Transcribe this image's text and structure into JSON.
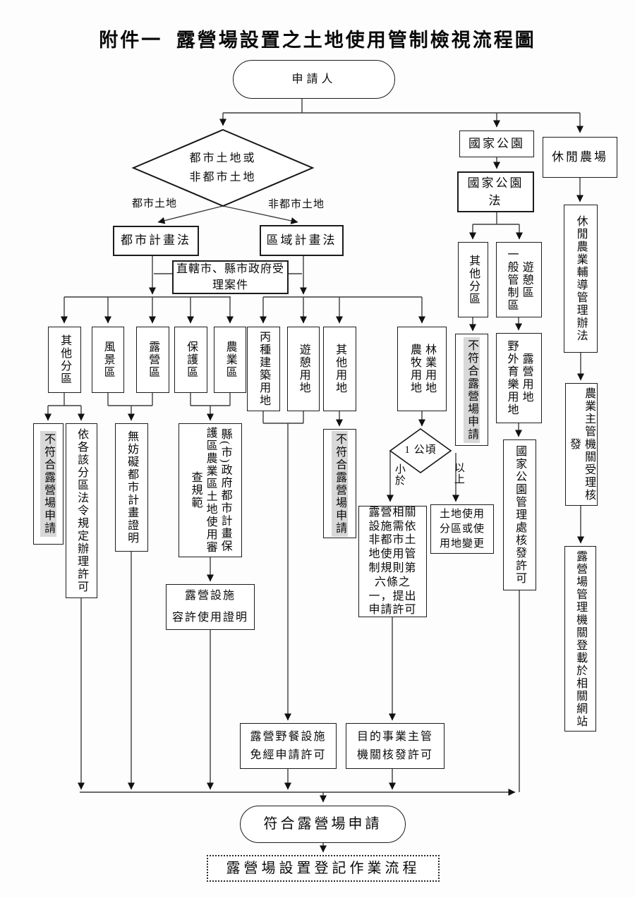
{
  "title": "附件一  露營場設置之土地使用管制檢視流程圖",
  "colors": {
    "highlight": "#d8d8d8",
    "line": "#3d3d3d",
    "ink": "#0a0a0a",
    "background": "#ffffff"
  },
  "nodes": {
    "applicant": "申請人",
    "land_type_q": "都市土地或\n非都市土地",
    "lbl_urban": "都市土地",
    "lbl_nonurban": "非都市土地",
    "urban_plan_law": "都市計畫法",
    "regional_plan_law": "區域計畫法",
    "gov_accept": "直轄市、縣市政府受\n理案件",
    "z_other": "其他分區",
    "z_scenic": "風景區",
    "z_camp": "露營區",
    "z_protect": "保護區",
    "z_agri": "農業區",
    "l_building_c": "丙種建築用地",
    "l_recreation": "遊憩用地",
    "l_other": "其他用地",
    "l_forest_pasture": "林業用地\n農牧用地",
    "ne_urban": "不符合露營場申請",
    "per_zone_permit": "依各該分區法令規定辦理許可",
    "no_hindrance": "無妨礙都市計畫證明",
    "county_review": "縣(市)政府都市計畫保\n護區農業區土地使用審\n查規範",
    "camp_cert": "露營設施\n容許使用證明",
    "ne_other_land": "不符合露營場申請",
    "hectare_q": "1 公頃",
    "lbl_less": "小於",
    "lbl_above": "以上",
    "apply_art61": "露營相關\n設施需依\n非都市土\n地使用管\n制規則第\n六條之\n一，提出\n申請許可",
    "land_change": "土地使用\n分區或使\n用地變更",
    "picnic_free": "露營野餐設施\n免經申請許可",
    "authority_permit": "目的事業主管\n機關核發許可",
    "np": "國家公園",
    "np_law": "國家公園\n法",
    "np_other": "其他分區",
    "np_general": "遊憩區\n一般管制區",
    "np_ne": "不符合露營場申請",
    "np_campland": "露營用地\n野外育樂用地",
    "np_permit": "國家公園管理處核發許可",
    "farm": "休閒農場",
    "farm_law": "休閒農業輔導管理辦法",
    "agri_accept": "農業主管機關受理核發",
    "web_register": "露營場管理機關登載於相關網站",
    "ok_oval": "符合露營場申請",
    "reg_process": "露營場設置登記作業流程"
  }
}
